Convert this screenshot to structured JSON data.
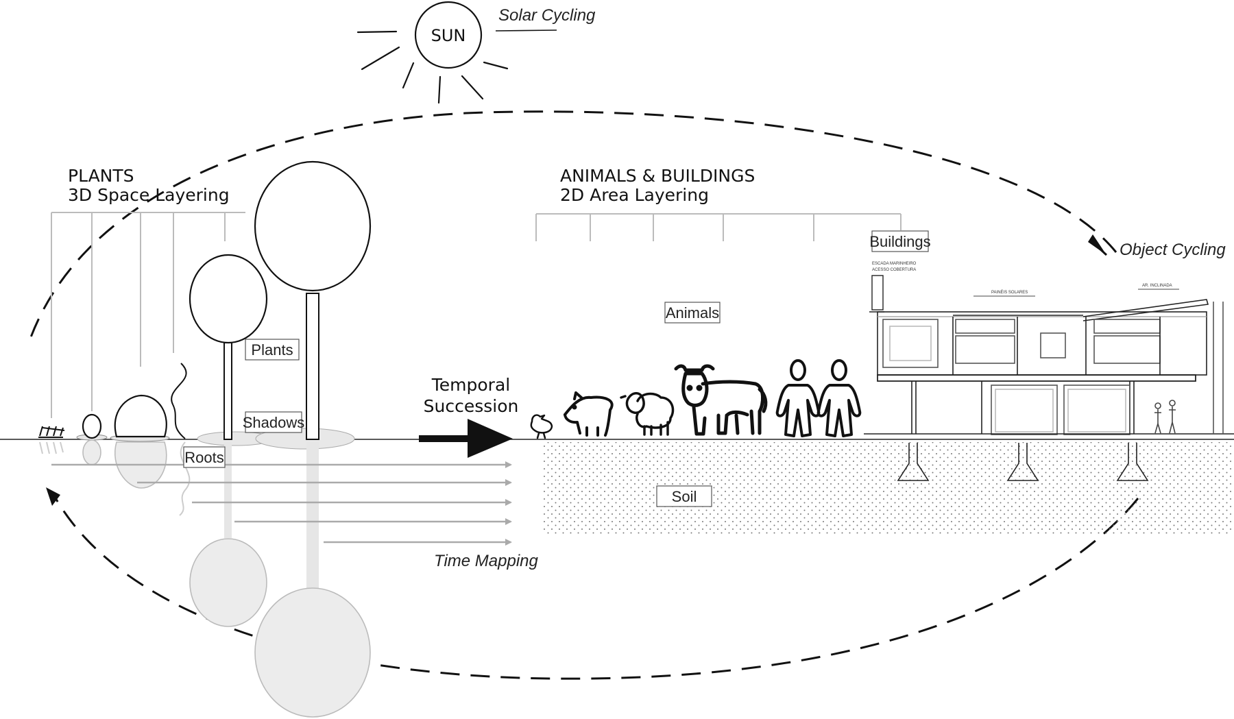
{
  "sun": {
    "label": "SUN"
  },
  "solar_cycling": "Solar Cycling",
  "object_cycling": "Object Cycling",
  "plants_heading": {
    "line1": "PLANTS",
    "line2": "3D Space Layering"
  },
  "animals_heading": {
    "line1": "ANIMALS & BUILDINGS",
    "line2": "2D Area Layering"
  },
  "boxes": {
    "plants": "Plants",
    "shadows": "Shadows",
    "roots": "Roots",
    "animals": "Animals",
    "buildings": "Buildings",
    "soil": "Soil"
  },
  "temporal": {
    "line1": "Temporal",
    "line2": "Succession"
  },
  "time_mapping": "Time Mapping",
  "building_notes": {
    "note1": "ESCADA MARINHEIRO",
    "note2": "ACESSO COBERTURA",
    "note3": "PAINÉIS SOLARES",
    "note4": "AR. INCLINADA"
  },
  "icons": [
    "chicken-icon",
    "pig-icon",
    "sheep-icon",
    "cow-icon",
    "person-icon",
    "person-icon"
  ],
  "colors": {
    "ink": "#111111",
    "grey": "#bbbbbb",
    "light_fill": "#e8e8e8"
  }
}
